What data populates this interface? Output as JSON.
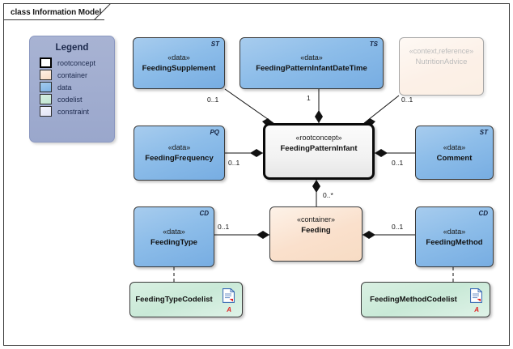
{
  "diagram": {
    "title": "class Information Model",
    "frame_border_color": "#3a3a3a",
    "background": "#ffffff"
  },
  "legend": {
    "title": "Legend",
    "items": [
      {
        "label": "rootconcept",
        "color": "#ffffff",
        "swatch_name": "rootconcept-swatch"
      },
      {
        "label": "container",
        "color": "#fae0cc",
        "swatch_name": "container-swatch"
      },
      {
        "label": "data",
        "color": "#8dbde9",
        "swatch_name": "data-swatch"
      },
      {
        "label": "codelist",
        "color": "#c9e9d7",
        "swatch_name": "codelist-swatch"
      },
      {
        "label": "constraint",
        "color": "#e8e9f7",
        "swatch_name": "constraint-swatch"
      }
    ]
  },
  "classes": {
    "feeding_supplement": {
      "stereotype": "«data»",
      "name": "FeedingSupplement",
      "type_tag": "ST"
    },
    "feeding_pattern_dt": {
      "stereotype": "«data»",
      "name": "FeedingPatternInfantDateTime",
      "type_tag": "TS"
    },
    "nutrition_advice": {
      "stereotype": "«context,reference»",
      "name": "NutritionAdvice",
      "type_tag": ""
    },
    "feeding_frequency": {
      "stereotype": "«data»",
      "name": "FeedingFrequency",
      "type_tag": "PQ"
    },
    "feeding_pattern_root": {
      "stereotype": "«rootconcept»",
      "name": "FeedingPatternInfant",
      "type_tag": ""
    },
    "comment": {
      "stereotype": "«data»",
      "name": "Comment",
      "type_tag": "ST"
    },
    "feeding_type": {
      "stereotype": "«data»",
      "name": "FeedingType",
      "type_tag": "CD"
    },
    "feeding": {
      "stereotype": "«container»",
      "name": "Feeding",
      "type_tag": ""
    },
    "feeding_method": {
      "stereotype": "«data»",
      "name": "FeedingMethod",
      "type_tag": "CD"
    },
    "feeding_type_codelist": {
      "name": "FeedingTypeCodelist",
      "icon": "document-icon",
      "marker": "A"
    },
    "feeding_method_codelist": {
      "name": "FeedingMethodCodelist",
      "icon": "document-icon",
      "marker": "A"
    }
  },
  "multiplicities": {
    "supplement_to_root": "0..1",
    "datetime_to_root": "1",
    "advice_to_root": "0..1",
    "frequency_to_root": "0..1",
    "root_to_comment": "0..1",
    "root_to_feeding": "0..*",
    "type_to_feeding": "0..1",
    "feeding_to_method": "0..1"
  },
  "colors": {
    "data_fill": "#8dbde9",
    "container_fill": "#fae0cc",
    "codelist_fill": "#c9e9d7",
    "rootconcept_fill": "#f2f2f2",
    "legend_fill": "#9aa7cc",
    "line": "#111111",
    "marker_red": "#e02020"
  }
}
